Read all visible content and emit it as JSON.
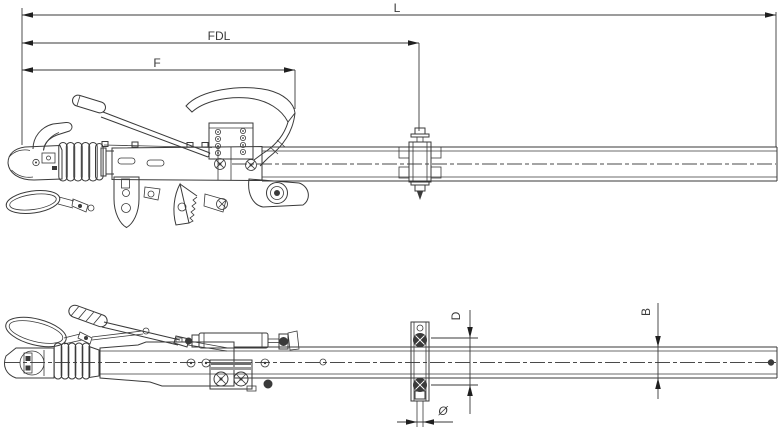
{
  "drawing": {
    "background": "#ffffff",
    "line_color": "#3a3a3a",
    "side_view": {
      "dim_overall_length": "L",
      "dim_fdl": "FDL",
      "dim_f": "F"
    },
    "plan_view": {
      "dim_clamp_bolt_spacing": "D",
      "dim_bolt_diameter": "Ø",
      "dim_tube_width": "B"
    }
  }
}
